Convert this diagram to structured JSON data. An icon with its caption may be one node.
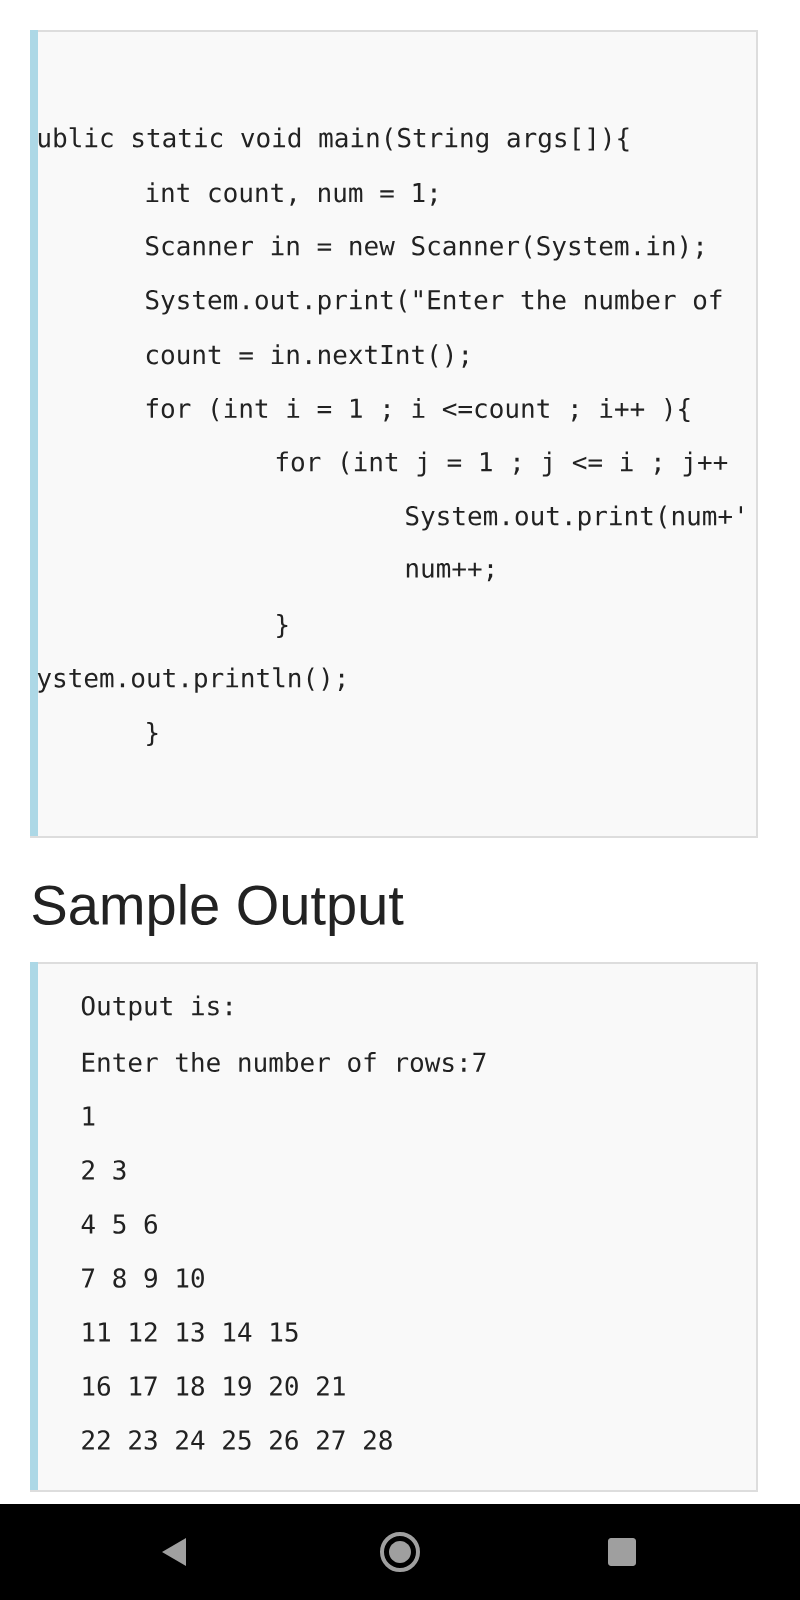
{
  "diagram": {
    "nodes": [
      {
        "text": [
          "ublic static void main(String args[]){",
          "int count, num = 1;",
          "Scanner in = new Scanner(System.in);",
          "System.out.print(\"Enter the number of",
          "count = in.nextInt();",
          "for (int i = 1 ; i <=count ; i++ ){",
          "for (int j = 1 ; j <= i ; j++",
          "System.out.print(num+'",
          "num++;",
          "}",
          "ystem.out.println();",
          "}"
        ]
      },
      {
        "text": [
          "Output is:",
          "Enter the number of rows:7",
          "1",
          "2 3",
          "4 5 6",
          "7 8 9 10",
          "11 12 13 14 15",
          "16 17 18 19 20 21",
          "22 23 24 25 26 27 28"
        ]
      }
    ],
    "labels": [
      "Sample Output"
    ]
  }
}
